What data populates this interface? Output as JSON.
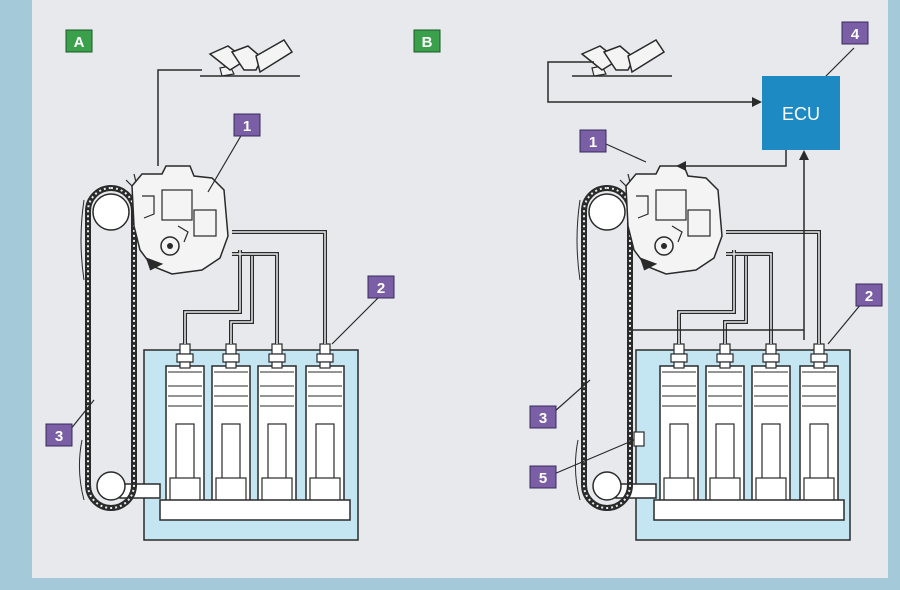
{
  "panels": [
    {
      "id": "A",
      "label": "A"
    },
    {
      "id": "B",
      "label": "B"
    }
  ],
  "callouts": {
    "a1": "1",
    "a2": "2",
    "a3": "3",
    "b1": "1",
    "b2": "2",
    "b3": "3",
    "b4": "4",
    "b5": "5"
  },
  "ecu_label": "ECU",
  "colors": {
    "background": "#a4cad9",
    "panel": "#e8e9ec",
    "engine_block": "#c4e6f2",
    "callout": "#7a5fa6",
    "panel_tag": "#3aa04b",
    "ecu": "#1e8ac4",
    "line": "#2a2a2a"
  }
}
